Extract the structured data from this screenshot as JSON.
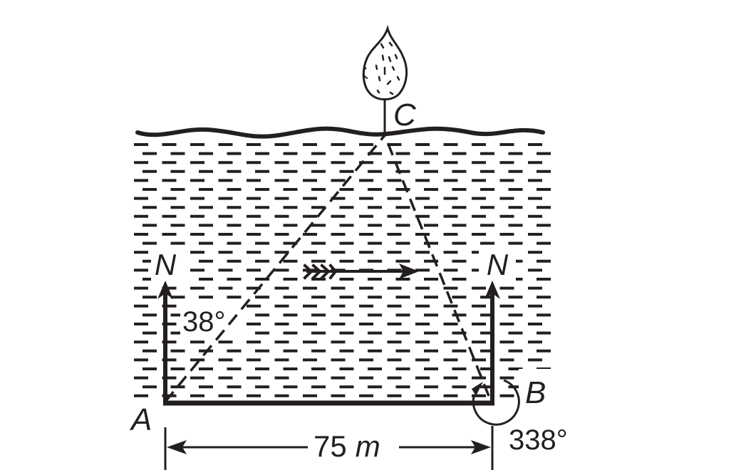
{
  "diagram": {
    "type": "river-crossing-bearing-diagram",
    "points": {
      "A": {
        "label": "A"
      },
      "B": {
        "label": "B"
      },
      "C": {
        "label": "C"
      }
    },
    "north_labels": {
      "at_A": "N",
      "at_B": "N"
    },
    "angles": {
      "at_A": "38°",
      "at_B": "338°"
    },
    "distance": {
      "value": "75",
      "unit": "m",
      "label_value": "75",
      "label_unit": "m"
    },
    "elements": [
      "tree at C on far riverbank",
      "wavy riverbank line",
      "water hatching (dashed lines)",
      "current-direction arrow pointing east",
      "dashed line A to C",
      "dashed line B to C",
      "north arrows at A and B",
      "baseline A to B",
      "dimension line with arrows"
    ],
    "colors": {
      "ink": "#231f20",
      "background": "#ffffff"
    }
  }
}
